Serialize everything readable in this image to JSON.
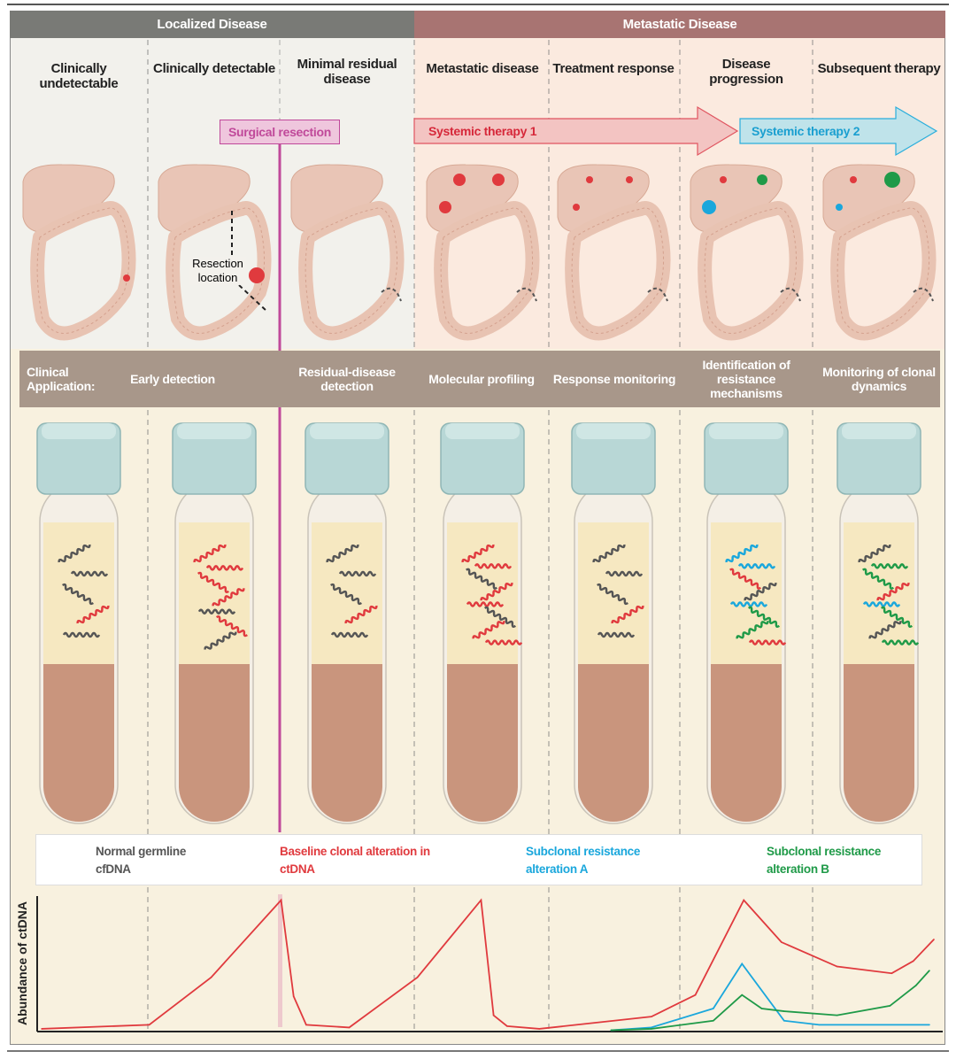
{
  "headers": {
    "localized": "Localized Disease",
    "metastatic": "Metastatic Disease"
  },
  "stages": [
    "Clinically undetectable",
    "Clinically detectable",
    "Minimal residual disease",
    "Metastatic disease",
    "Treatment response",
    "Disease progression",
    "Subsequent therapy"
  ],
  "interventions": {
    "surgery": "Surgical resection",
    "therapy1": "Systemic therapy 1",
    "therapy2": "Systemic therapy 2"
  },
  "resection_label": "Resection location",
  "clinical_application": {
    "label": "Clinical Application:",
    "items": [
      "Early detection",
      "Residual-disease detection",
      "Molecular profiling",
      "Response monitoring",
      "Identification of resistance mechanisms",
      "Monitoring of clonal dynamics"
    ]
  },
  "legend": [
    {
      "label": "Normal germline cfDNA",
      "color": "#555555"
    },
    {
      "label": "Baseline clonal alteration in ctDNA",
      "color": "#e03a3e"
    },
    {
      "label": "Subclonal resistance alteration A",
      "color": "#1aa7dc"
    },
    {
      "label": "Subclonal resistance alteration B",
      "color": "#1f9a48"
    }
  ],
  "colors": {
    "red": "#e03a3e",
    "blue": "#1aa7dc",
    "green": "#1f9a48",
    "gray": "#555555",
    "surgery": "#c0499a"
  },
  "chart_data": {
    "type": "line",
    "ylabel": "Abundance of ctDNA",
    "xlabel": "",
    "xlim": [
      0,
      100
    ],
    "ylim": [
      0,
      100
    ],
    "series": [
      {
        "name": "Baseline clonal alteration in ctDNA",
        "color": "#e03a3e",
        "x": [
          0.5,
          12.5,
          19.4,
          27.2,
          28.6,
          30,
          34.8,
          42.4,
          49.5,
          50.9,
          52.4,
          56,
          68.5,
          73.4,
          78.8,
          83,
          89.2,
          95.3,
          97.7,
          100
        ],
        "y": [
          2,
          5,
          40,
          97,
          26,
          5,
          3,
          40,
          97,
          12,
          4,
          2,
          11,
          27,
          97,
          66,
          48,
          43,
          52,
          68
        ]
      },
      {
        "name": "Subclonal resistance alteration A",
        "color": "#1aa7dc",
        "x": [
          64,
          68.5,
          75.4,
          78.6,
          83.3,
          87.2,
          99.5
        ],
        "y": [
          1,
          3,
          17,
          50,
          8,
          5,
          5
        ]
      },
      {
        "name": "Subclonal resistance alteration B",
        "color": "#1f9a48",
        "x": [
          64,
          68.5,
          75.4,
          78.6,
          80.8,
          83.3,
          89.2,
          95.1,
          98,
          99.5
        ],
        "y": [
          1,
          2,
          8,
          27,
          17,
          15,
          12,
          19,
          34,
          45
        ]
      }
    ]
  }
}
